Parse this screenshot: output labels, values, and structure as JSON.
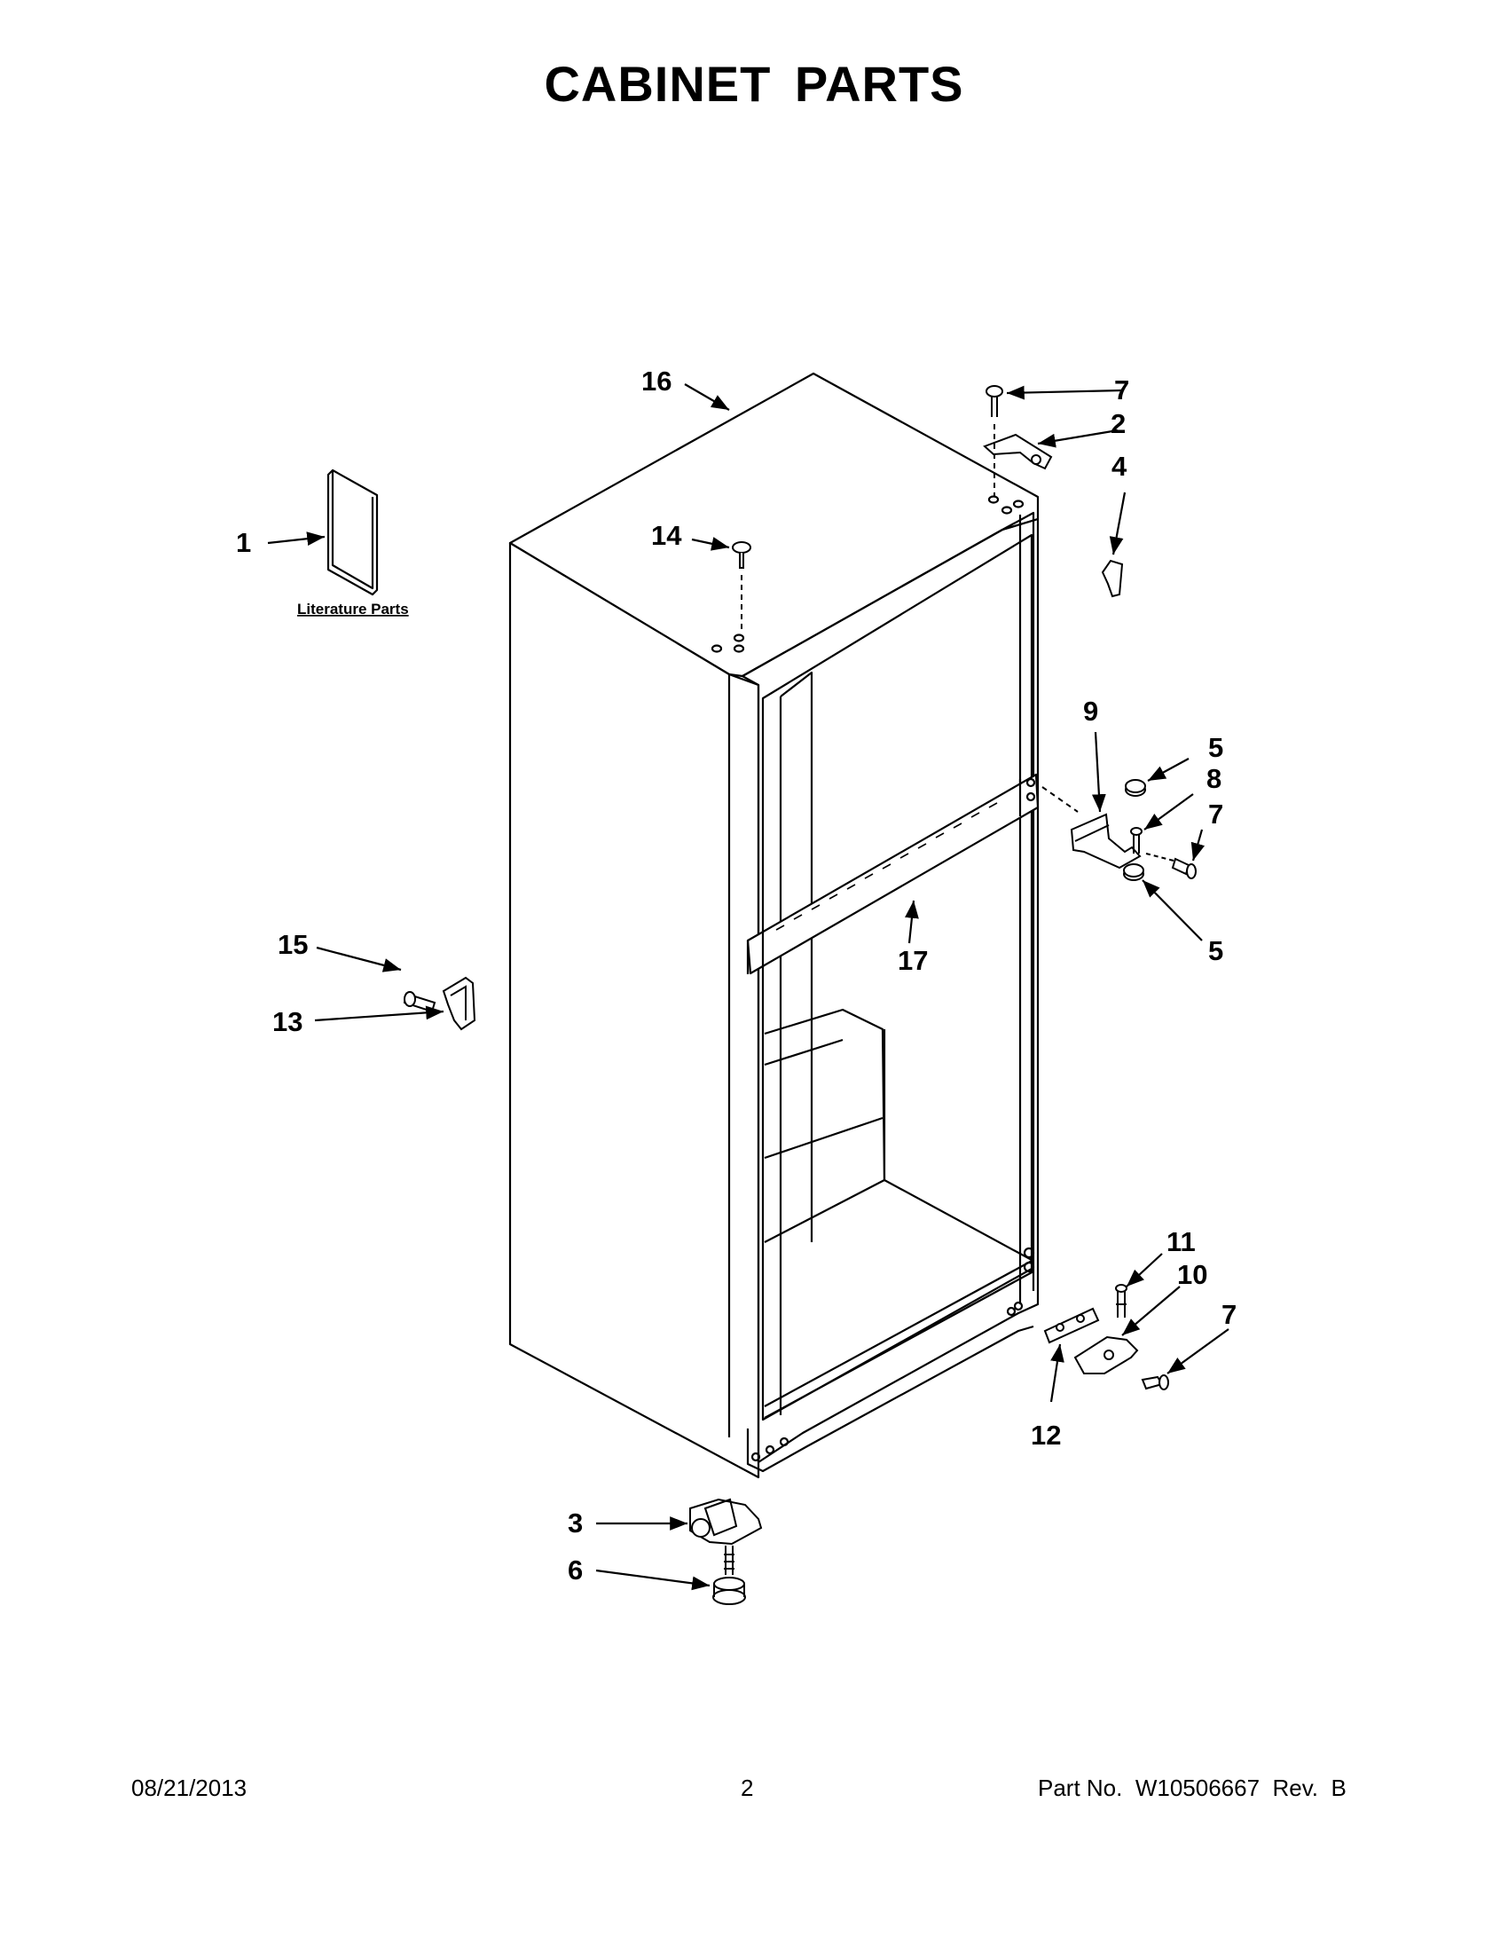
{
  "header": {
    "title": "CABINET PARTS"
  },
  "literature": {
    "label": "Literature Parts"
  },
  "callouts": {
    "c1": "1",
    "c2": "2",
    "c3": "3",
    "c4": "4",
    "c5a": "5",
    "c5b": "5",
    "c6": "6",
    "c7a": "7",
    "c7b": "7",
    "c7c": "7",
    "c8": "8",
    "c9": "9",
    "c10": "10",
    "c11": "11",
    "c12": "12",
    "c13": "13",
    "c14": "14",
    "c15": "15",
    "c16": "16",
    "c17": "17"
  },
  "footer": {
    "date": "08/21/2013",
    "page": "2",
    "part": "Part No.  W10506667  Rev.  B"
  },
  "colors": {
    "ink": "#000000",
    "paper": "#ffffff"
  }
}
